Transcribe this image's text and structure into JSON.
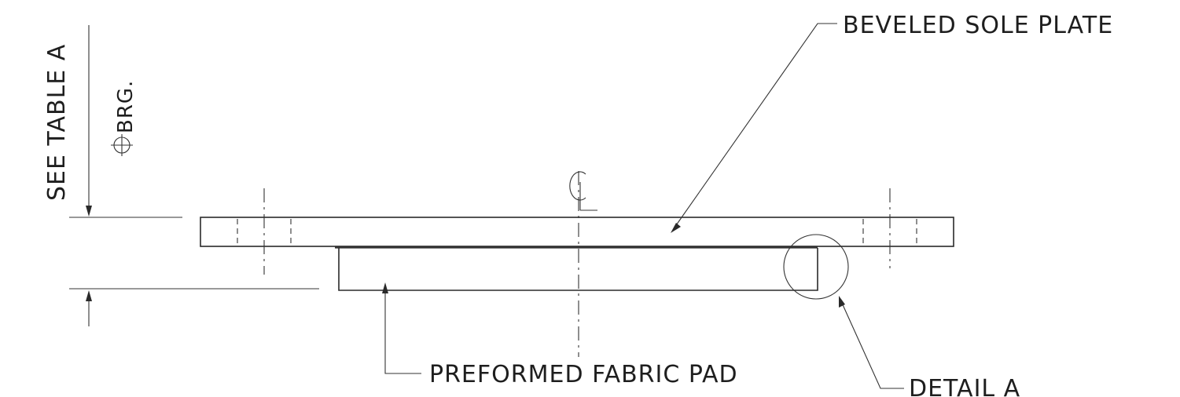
{
  "labels": {
    "see_table": "SEE TABLE A",
    "brg": "BRG.",
    "sole_plate": "BEVELED SOLE PLATE",
    "fabric_pad": "PREFORMED FABRIC PAD",
    "detail": "DETAIL A"
  },
  "colors": {
    "ink": "#2a2a2a",
    "paper": "#ffffff"
  }
}
